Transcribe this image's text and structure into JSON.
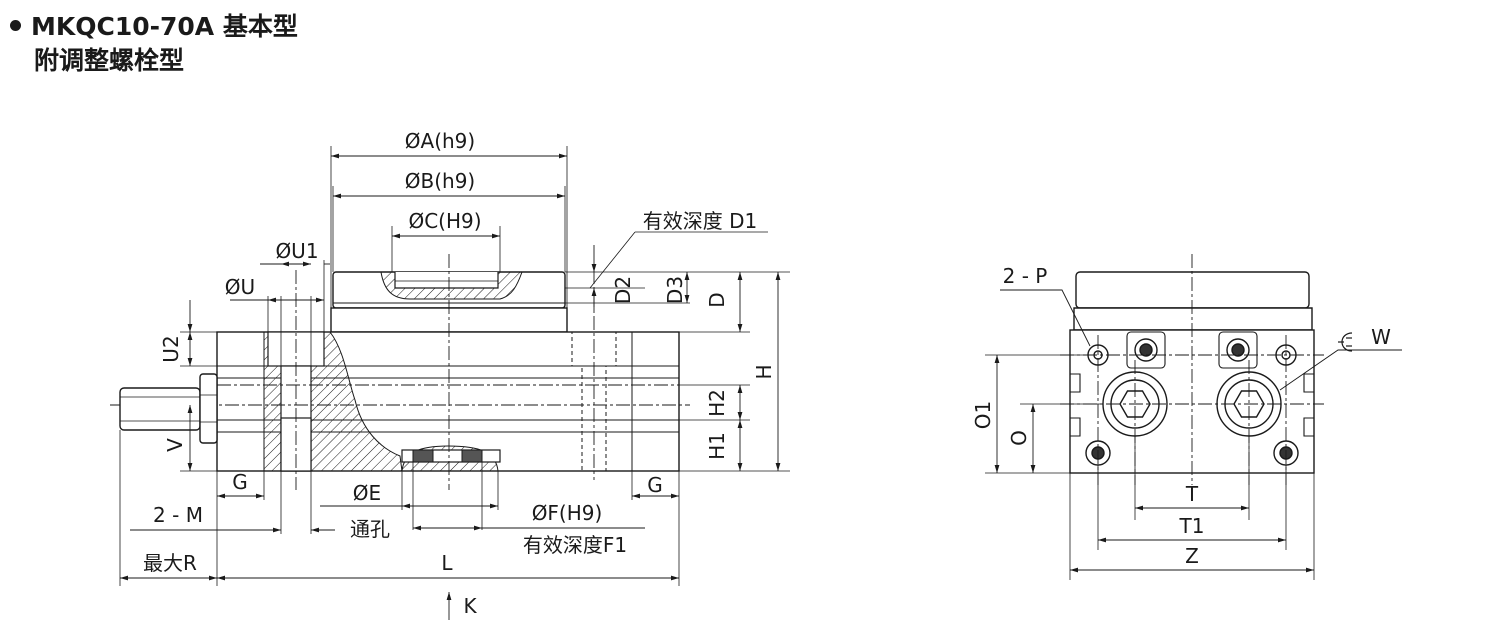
{
  "title": {
    "model": "MKQC10-70A 基本型",
    "subtitle": "附调整螺栓型"
  },
  "front_view": {
    "dim_A": "ØA(h9)",
    "dim_B": "ØB(h9)",
    "dim_C": "ØC(H9)",
    "depth_D1": "有效深度 D1",
    "dim_U1": "ØU1",
    "dim_U": "ØU",
    "dim_U2": "U2",
    "dim_D2": "D2",
    "dim_D3": "D3",
    "dim_D": "D",
    "dim_H": "H",
    "dim_H2": "H2",
    "dim_H1": "H1",
    "dim_V": "V",
    "dim_G_left": "G",
    "dim_G_right": "G",
    "dim_E": "ØE",
    "thru_hole": "通孔",
    "dim_F": "ØF(H9)",
    "depth_F1": "有效深度F1",
    "dim_M": "2 - M",
    "max_R": "最大R",
    "dim_L": "L",
    "dim_K": "K"
  },
  "side_view": {
    "dim_P": "2 - P",
    "dim_W": "W",
    "dim_O1": "O1",
    "dim_O": "O",
    "dim_T": "T",
    "dim_T1": "T1",
    "dim_Z": "Z"
  }
}
